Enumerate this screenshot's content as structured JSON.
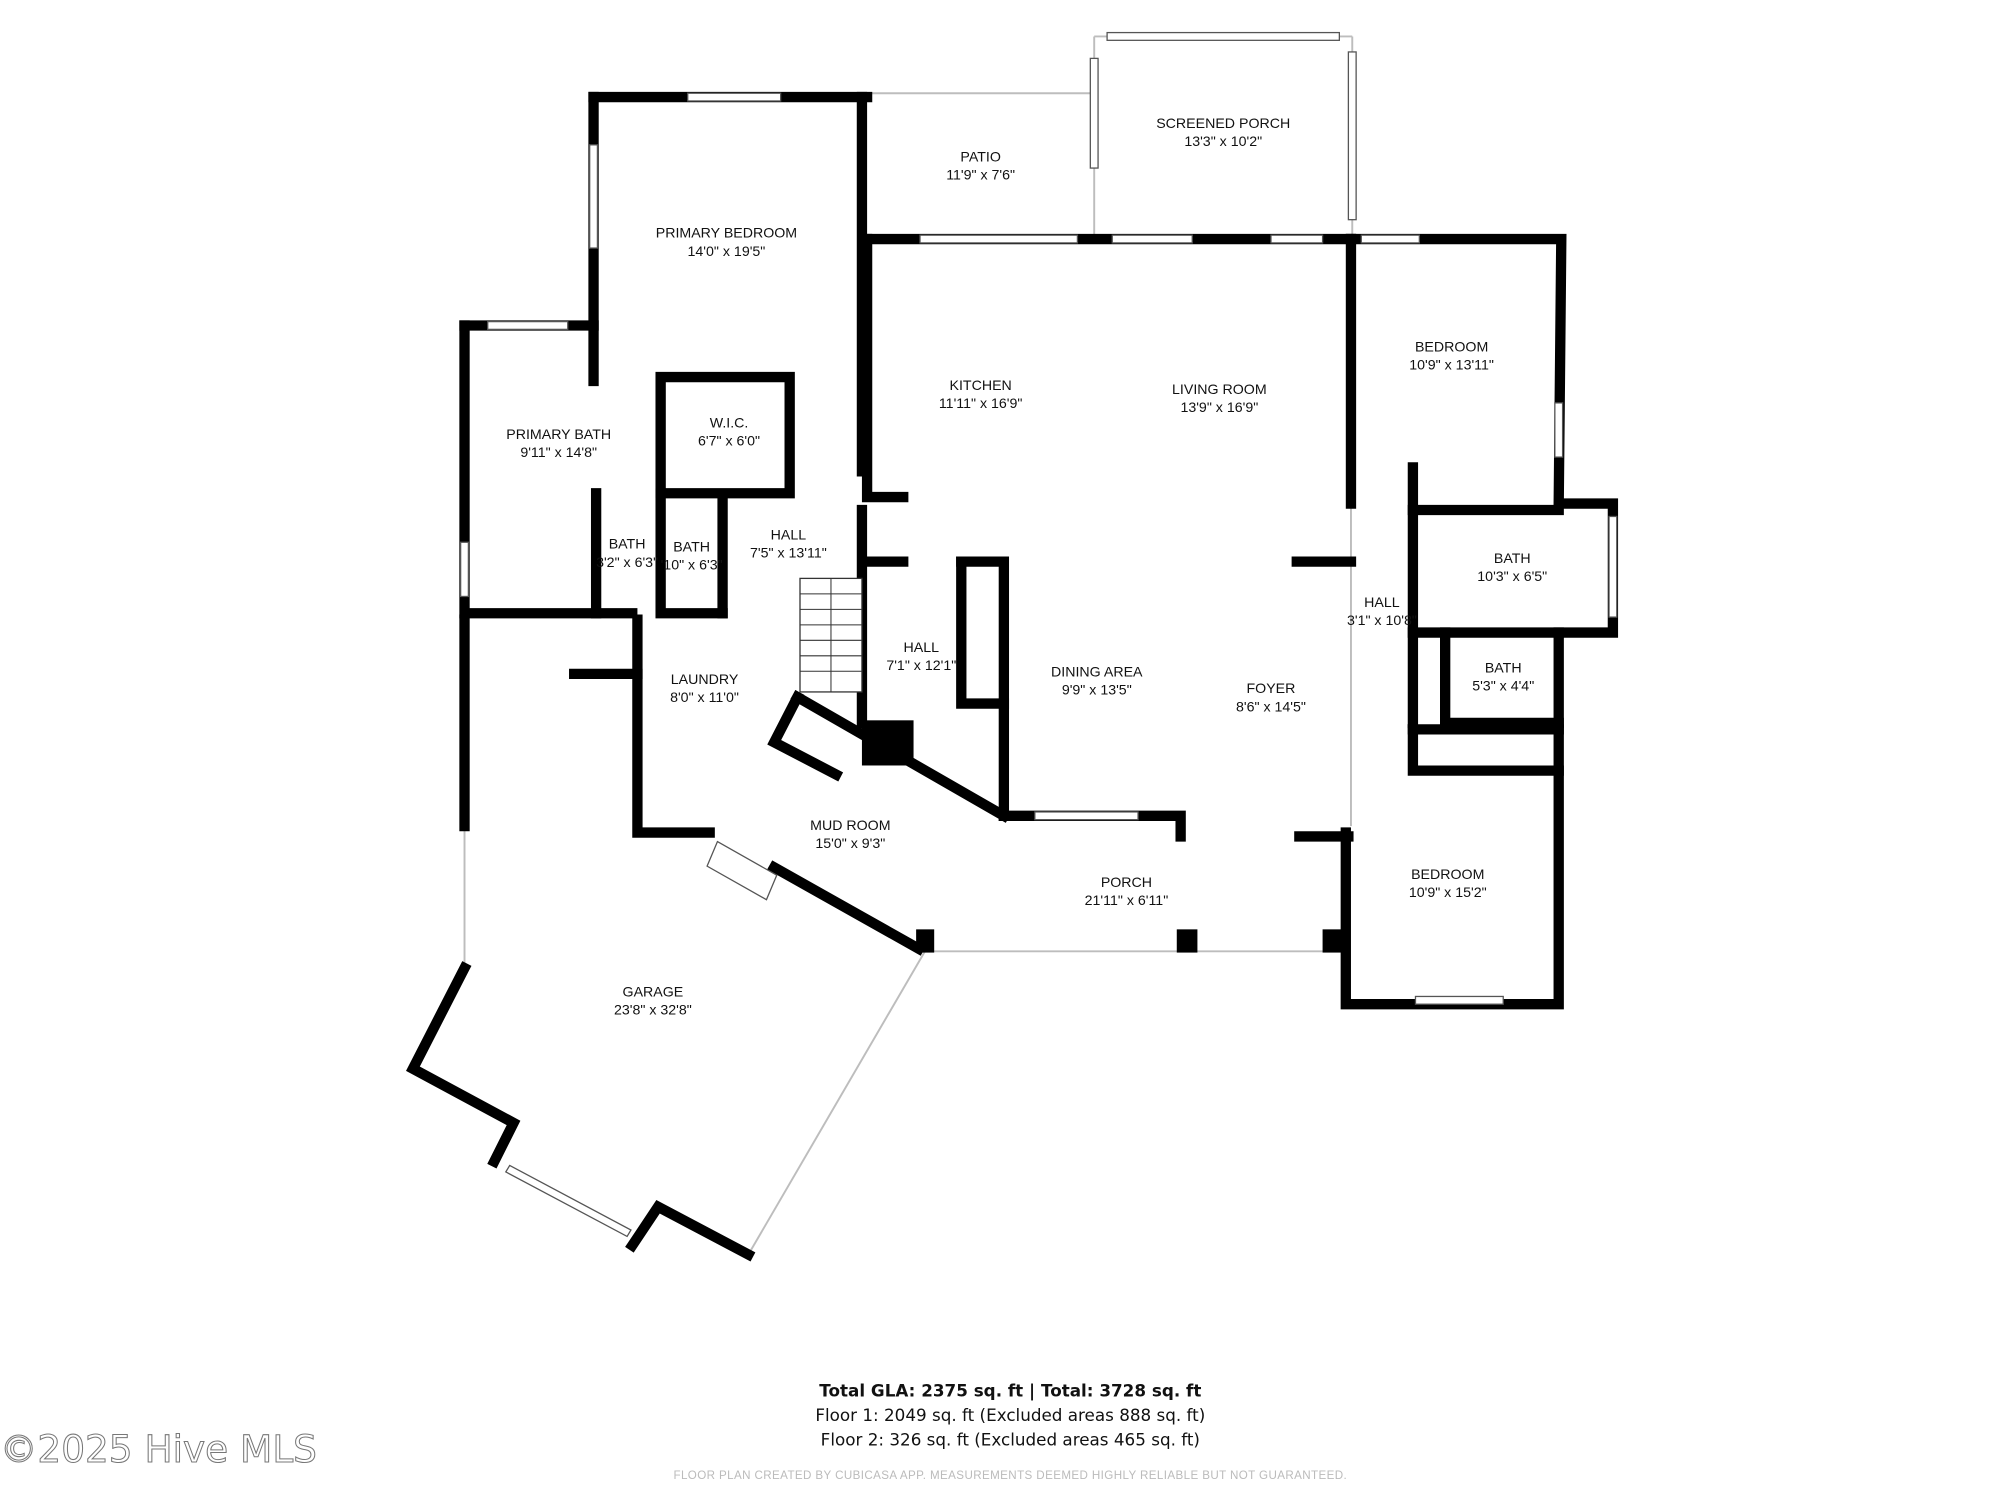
{
  "rooms": [
    {
      "name": "PATIO",
      "dims": "11'9\" x 7'6\""
    },
    {
      "name": "SCREENED PORCH",
      "dims": "13'3\" x 10'2\""
    },
    {
      "name": "PRIMARY BEDROOM",
      "dims": "14'0\" x 19'5\""
    },
    {
      "name": "KITCHEN",
      "dims": "11'11\" x 16'9\""
    },
    {
      "name": "LIVING ROOM",
      "dims": "13'9\" x 16'9\""
    },
    {
      "name": "BEDROOM",
      "dims": "10'9\" x 13'11\""
    },
    {
      "name": "PRIMARY BATH",
      "dims": "9'11\" x 14'8\""
    },
    {
      "name": "W.I.C.",
      "dims": "6'7\" x 6'0\""
    },
    {
      "name": "BATH",
      "dims": "3'2\" x 6'3\""
    },
    {
      "name": "BATH",
      "dims": "'10\" x 6'3\""
    },
    {
      "name": "HALL",
      "dims": "7'5\" x 13'11\""
    },
    {
      "name": "BATH",
      "dims": "10'3\" x 6'5\""
    },
    {
      "name": "HALL",
      "dims": "3'1\" x 10'8\""
    },
    {
      "name": "HALL",
      "dims": "7'1\" x 12'1\""
    },
    {
      "name": "LAUNDRY",
      "dims": "8'0\" x 11'0\""
    },
    {
      "name": "BATH",
      "dims": "5'3\" x 4'4\""
    },
    {
      "name": "DINING AREA",
      "dims": "9'9\" x 13'5\""
    },
    {
      "name": "FOYER",
      "dims": "8'6\" x 14'5\""
    },
    {
      "name": "MUD ROOM",
      "dims": "15'0\" x 9'3\""
    },
    {
      "name": "PORCH",
      "dims": "21'11\" x 6'11\""
    },
    {
      "name": "BEDROOM",
      "dims": "10'9\" x 15'2\""
    },
    {
      "name": "GARAGE",
      "dims": "23'8\" x 32'8\""
    }
  ],
  "summary": {
    "total": "Total GLA: 2375 sq. ft | Total: 3728 sq. ft",
    "floor1": "Floor 1: 2049 sq. ft (Excluded areas 888 sq. ft)",
    "floor2": "Floor 2: 326 sq. ft (Excluded areas 465 sq. ft)"
  },
  "disclaimer": "FLOOR PLAN CREATED BY CUBICASA APP. MEASUREMENTS DEEMED HIGHLY RELIABLE BUT NOT GUARANTEED.",
  "watermark": "©2025 Hive MLS",
  "colors": {
    "wall": "#000000",
    "background": "#ffffff"
  }
}
